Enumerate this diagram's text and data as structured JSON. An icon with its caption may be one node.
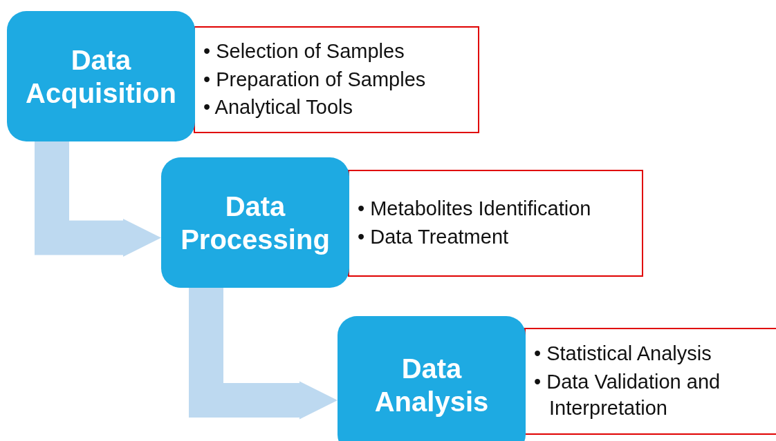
{
  "diagram": {
    "nodes": [
      {
        "text": [
          "Data Acquisition"
        ]
      },
      {
        "text": [
          "• Selection of Samples",
          "• Preparation of Samples",
          "• Analytical Tools"
        ]
      },
      {
        "text": [
          "Data Processing"
        ]
      },
      {
        "text": [
          "• Metabolites Identification",
          "• Data Treatment"
        ]
      },
      {
        "text": [
          "Data Analysis"
        ]
      },
      {
        "text": [
          "• Statistical Analysis",
          "• Data Validation and Interpretation"
        ]
      }
    ],
    "edges": [
      {
        "from": 0,
        "to": 2,
        "arrow": "to"
      },
      {
        "from": 2,
        "to": 4,
        "arrow": "to"
      }
    ]
  }
}
